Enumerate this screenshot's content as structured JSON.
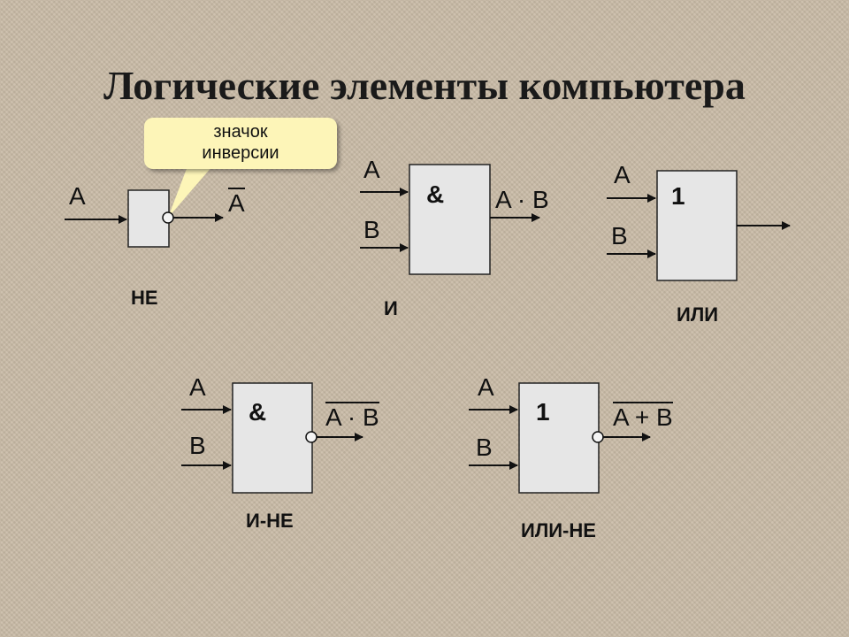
{
  "title": "Логические элементы компьютера",
  "callout": {
    "line1": "значок",
    "line2": "инверсии"
  },
  "gates": {
    "not": {
      "input": "A",
      "output": "A",
      "label": "НЕ"
    },
    "and": {
      "symbol": "&",
      "input_a": "A",
      "input_b": "B",
      "output": "A · B",
      "label": "И"
    },
    "or": {
      "symbol": "1",
      "input_a": "A",
      "input_b": "B",
      "label": "ИЛИ"
    },
    "nand": {
      "symbol": "&",
      "input_a": "A",
      "input_b": "B",
      "output": "A · B",
      "label": "И-НЕ"
    },
    "nor": {
      "symbol": "1",
      "input_a": "A",
      "input_b": "B",
      "output": "A + B",
      "label": "ИЛИ-НЕ"
    }
  }
}
